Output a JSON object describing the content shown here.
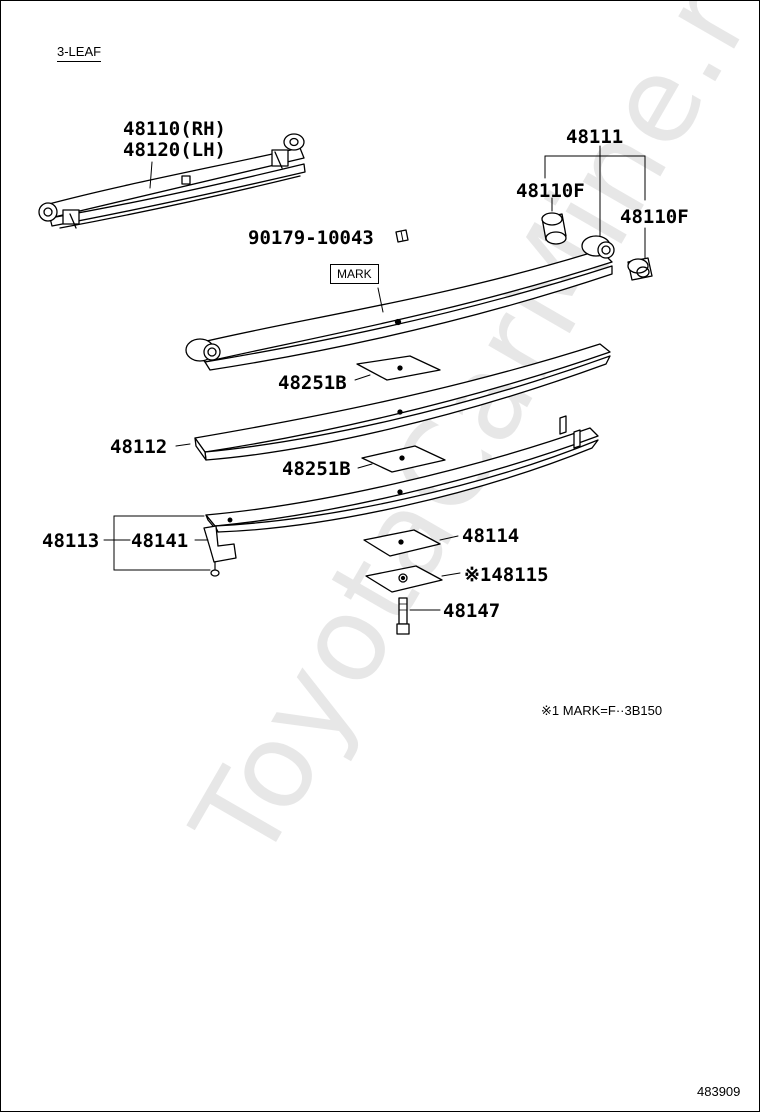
{
  "diagram": {
    "title": "3-LEAF",
    "mark_label": "MARK",
    "footnote": "※1 MARK=F··3B150",
    "figure_id": "483909",
    "watermark": "ToyotaCarMine.ru",
    "parts": {
      "p48110": "48110(RH)",
      "p48120": "48120(LH)",
      "p48111": "48111",
      "p48110f_left": "48110F",
      "p48110f_right": "48110F",
      "p90179": "90179-10043",
      "p48251b_top": "48251B",
      "p48112": "48112",
      "p48251b_bottom": "48251B",
      "p48113": "48113",
      "p48141": "48141",
      "p48114": "48114",
      "p48115": "※148115",
      "p48147": "48147"
    }
  }
}
